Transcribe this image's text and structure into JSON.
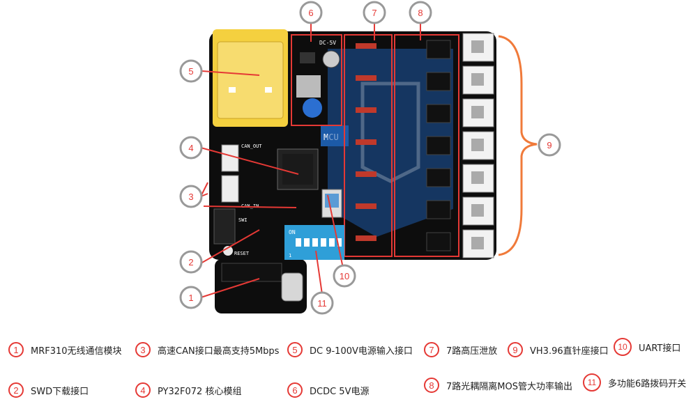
{
  "board": {
    "silk": {
      "dc_label": "DC-5V",
      "mcu_label": "MCU",
      "can_out": "CAN_OUT",
      "can_in": "CAN_IN",
      "switch_on": "ON",
      "switch_one": "1",
      "reset": "RESET",
      "sw_label": "SWI"
    }
  },
  "callouts": [
    {
      "num": "1"
    },
    {
      "num": "2"
    },
    {
      "num": "3"
    },
    {
      "num": "4"
    },
    {
      "num": "5"
    },
    {
      "num": "6"
    },
    {
      "num": "7"
    },
    {
      "num": "8"
    },
    {
      "num": "9"
    },
    {
      "num": "10"
    },
    {
      "num": "11"
    }
  ],
  "legend": [
    {
      "num": "1",
      "text": "MRF310无线通信模块"
    },
    {
      "num": "3",
      "text": "高速CAN接口最高支持5Mbps"
    },
    {
      "num": "5",
      "text": "DC 9-100V电源输入接口"
    },
    {
      "num": "7",
      "text": "7路高压泄放"
    },
    {
      "num": "9",
      "text": "VH3.96直针座接口"
    },
    {
      "num": "10",
      "text": "UART接口"
    },
    {
      "num": "2",
      "text": "SWD下载接口"
    },
    {
      "num": "4",
      "text": "PY32F072 核心模组"
    },
    {
      "num": "6",
      "text": "DCDC 5V电源"
    },
    {
      "num": "8",
      "text": "7路光耦隔离MOS管大功率输出"
    },
    {
      "num": "11",
      "text": "多功能6路拨码开关"
    }
  ],
  "colors": {
    "accent": "#e53935",
    "board": "#0d0d0d",
    "connector_yellow": "#f4d03f",
    "dip_blue": "#2f9fd8",
    "brace": "#f07a3a"
  }
}
